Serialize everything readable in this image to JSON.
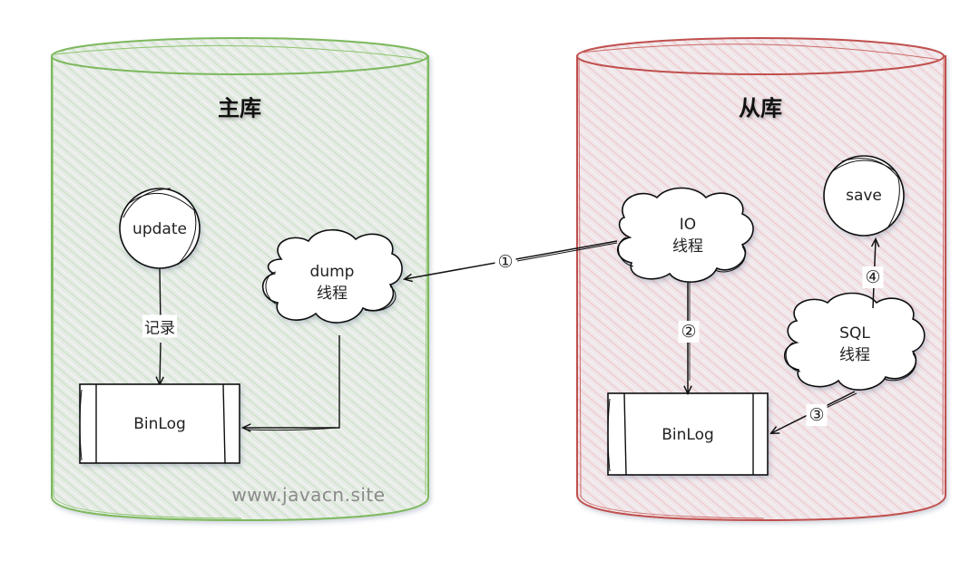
{
  "diagram": {
    "type": "mysql-master-slave-replication",
    "watermark": "www.javacn.site",
    "colors": {
      "master_stroke": "#7cb85c",
      "master_fill": "#e4ebe4",
      "master_hatch": "#b8dcb0",
      "slave_stroke": "#c0504d",
      "slave_fill": "#f1e6ea",
      "slave_hatch": "#f0b4b4",
      "node_stroke": "#111111",
      "node_fill": "#ffffff"
    },
    "master": {
      "title": "主库",
      "nodes": {
        "update": {
          "label": "update",
          "shape": "circle"
        },
        "dump": {
          "line1": "dump",
          "line2": "线程",
          "shape": "cloud"
        },
        "binlog": {
          "label": "BinLog",
          "shape": "process-box"
        }
      },
      "edges": {
        "update_to_binlog": {
          "label": "记录"
        }
      }
    },
    "slave": {
      "title": "从库",
      "nodes": {
        "io": {
          "line1": "IO",
          "line2": "线程",
          "shape": "cloud"
        },
        "save": {
          "label": "save",
          "shape": "circle"
        },
        "sql": {
          "line1": "SQL",
          "line2": "线程",
          "shape": "cloud"
        },
        "binlog": {
          "label": "BinLog",
          "shape": "process-box"
        }
      }
    },
    "steps": {
      "s1": {
        "label": "①",
        "from": "IO 线程",
        "to": "dump 线程"
      },
      "s2": {
        "label": "②",
        "from": "IO 线程",
        "to": "从库 BinLog"
      },
      "s3": {
        "label": "③",
        "from": "SQL 线程",
        "to": "从库 BinLog"
      },
      "s4": {
        "label": "④",
        "from": "SQL 线程",
        "to": "save"
      }
    }
  }
}
